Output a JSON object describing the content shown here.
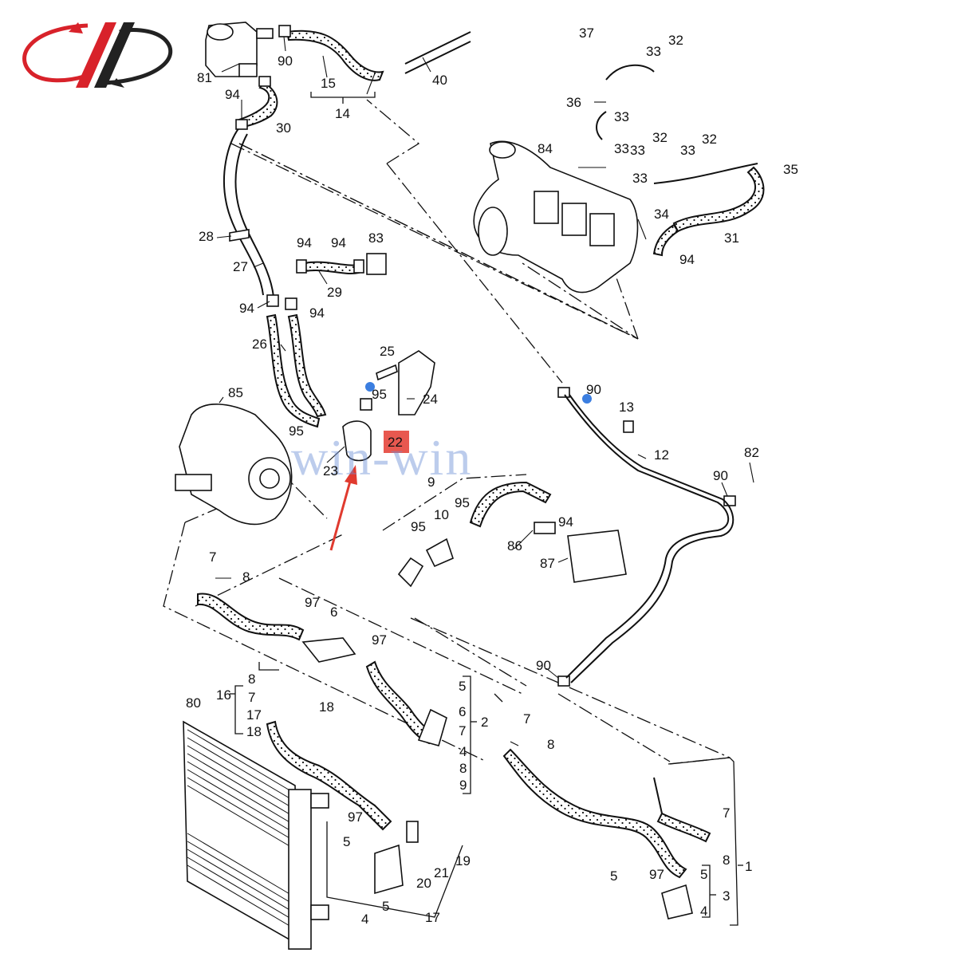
{
  "watermark": "win-win",
  "highlight_color": "#e8584f",
  "arrow_color": "#e03a2f",
  "marker_color": "#3b7ee0",
  "callouts": [
    {
      "id": "c81",
      "text": "81"
    },
    {
      "id": "c90a",
      "text": "90"
    },
    {
      "id": "c15",
      "text": "15"
    },
    {
      "id": "c14",
      "text": "14"
    },
    {
      "id": "c40",
      "text": "40"
    },
    {
      "id": "c94a",
      "text": "94"
    },
    {
      "id": "c30",
      "text": "30"
    },
    {
      "id": "c37",
      "text": "37"
    },
    {
      "id": "c33a",
      "text": "33"
    },
    {
      "id": "c32a",
      "text": "32"
    },
    {
      "id": "c36",
      "text": "36"
    },
    {
      "id": "c33b",
      "text": "33"
    },
    {
      "id": "c33c",
      "text": "33"
    },
    {
      "id": "c32b",
      "text": "32"
    },
    {
      "id": "c84",
      "text": "84"
    },
    {
      "id": "c33d",
      "text": "33"
    },
    {
      "id": "c33e",
      "text": "33"
    },
    {
      "id": "c32c",
      "text": "32"
    },
    {
      "id": "c35",
      "text": "35"
    },
    {
      "id": "c33f",
      "text": "33"
    },
    {
      "id": "c34",
      "text": "34"
    },
    {
      "id": "c31",
      "text": "31"
    },
    {
      "id": "c94b",
      "text": "94"
    },
    {
      "id": "c28",
      "text": "28"
    },
    {
      "id": "c94c",
      "text": "94"
    },
    {
      "id": "c94d",
      "text": "94"
    },
    {
      "id": "c83",
      "text": "83"
    },
    {
      "id": "c27",
      "text": "27"
    },
    {
      "id": "c29",
      "text": "29"
    },
    {
      "id": "c94e",
      "text": "94"
    },
    {
      "id": "c94f",
      "text": "94"
    },
    {
      "id": "c26",
      "text": "26"
    },
    {
      "id": "c25",
      "text": "25"
    },
    {
      "id": "c95a",
      "text": "95"
    },
    {
      "id": "c24",
      "text": "24"
    },
    {
      "id": "c85",
      "text": "85"
    },
    {
      "id": "c95b",
      "text": "95"
    },
    {
      "id": "c22",
      "text": "22"
    },
    {
      "id": "c23",
      "text": "23"
    },
    {
      "id": "c90b",
      "text": "90"
    },
    {
      "id": "c13",
      "text": "13"
    },
    {
      "id": "c12",
      "text": "12"
    },
    {
      "id": "c82",
      "text": "82"
    },
    {
      "id": "c90c",
      "text": "90"
    },
    {
      "id": "c9a",
      "text": "9"
    },
    {
      "id": "c10",
      "text": "10"
    },
    {
      "id": "c95c",
      "text": "95"
    },
    {
      "id": "c95d",
      "text": "95"
    },
    {
      "id": "c94g",
      "text": "94"
    },
    {
      "id": "c86",
      "text": "86"
    },
    {
      "id": "c87",
      "text": "87"
    },
    {
      "id": "c7a",
      "text": "7"
    },
    {
      "id": "c8a",
      "text": "8"
    },
    {
      "id": "c97a",
      "text": "97"
    },
    {
      "id": "c6a",
      "text": "6"
    },
    {
      "id": "c97b",
      "text": "97"
    },
    {
      "id": "c90d",
      "text": "90"
    },
    {
      "id": "c80",
      "text": "80"
    },
    {
      "id": "c16",
      "text": "16"
    },
    {
      "id": "c8b",
      "text": "8"
    },
    {
      "id": "c7b",
      "text": "7"
    },
    {
      "id": "c17a",
      "text": "17"
    },
    {
      "id": "c18a",
      "text": "18"
    },
    {
      "id": "c18b",
      "text": "18"
    },
    {
      "id": "c5a",
      "text": "5"
    },
    {
      "id": "c6b",
      "text": "6"
    },
    {
      "id": "c7c",
      "text": "7"
    },
    {
      "id": "c2",
      "text": "2"
    },
    {
      "id": "c4a",
      "text": "4"
    },
    {
      "id": "c8c",
      "text": "8"
    },
    {
      "id": "c9b",
      "text": "9"
    },
    {
      "id": "c7d",
      "text": "7"
    },
    {
      "id": "c8d",
      "text": "8"
    },
    {
      "id": "c7e",
      "text": "7"
    },
    {
      "id": "c97c",
      "text": "97"
    },
    {
      "id": "c5b",
      "text": "5"
    },
    {
      "id": "c19",
      "text": "19"
    },
    {
      "id": "c21",
      "text": "21"
    },
    {
      "id": "c20",
      "text": "20"
    },
    {
      "id": "c5c",
      "text": "5"
    },
    {
      "id": "c4b",
      "text": "4"
    },
    {
      "id": "c17b",
      "text": "17"
    },
    {
      "id": "c8e",
      "text": "8"
    },
    {
      "id": "c1",
      "text": "1"
    },
    {
      "id": "c5d",
      "text": "5"
    },
    {
      "id": "c97d",
      "text": "97"
    },
    {
      "id": "c5e",
      "text": "5"
    },
    {
      "id": "c3",
      "text": "3"
    },
    {
      "id": "c4c",
      "text": "4"
    }
  ]
}
